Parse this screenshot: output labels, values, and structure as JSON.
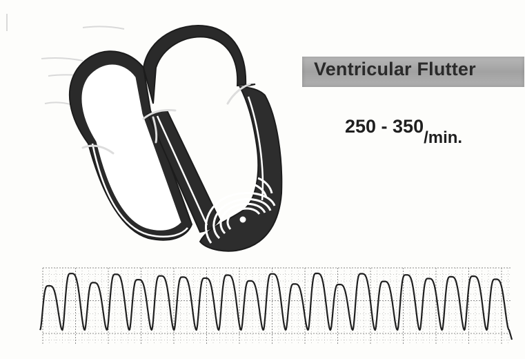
{
  "title": "Ventricular Flutter",
  "rate": {
    "range": "250 - 350",
    "unit": "/min."
  },
  "colors": {
    "ink": "#1f1f1f",
    "banner": "#a8a8a8",
    "paper": "#fdfdfb",
    "grid": "#8a8a8a"
  },
  "ecg": {
    "beat_count": 21
  }
}
